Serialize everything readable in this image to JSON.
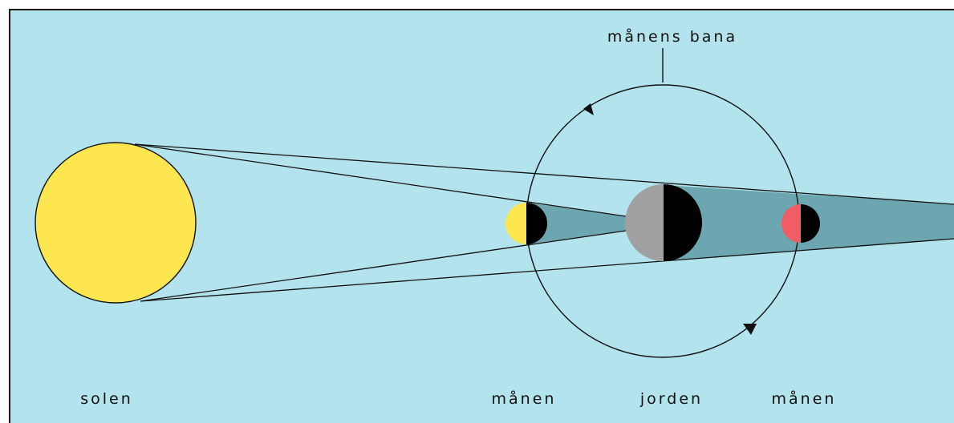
{
  "labels": {
    "orbit": "månens bana",
    "sun": "solen",
    "moon_left": "månen",
    "earth": "jorden",
    "moon_right": "månen"
  },
  "colors": {
    "sky": "#b3e3ec",
    "frame": "#1a1a1a",
    "sun": "#fde64f",
    "shadow": "#6ca6b0",
    "earth_lit": "#a0a0a0",
    "body_dark": "#000000",
    "moon_lit": "#fde64f",
    "moon_eclipsed": "#f25c64",
    "line": "#111111"
  }
}
